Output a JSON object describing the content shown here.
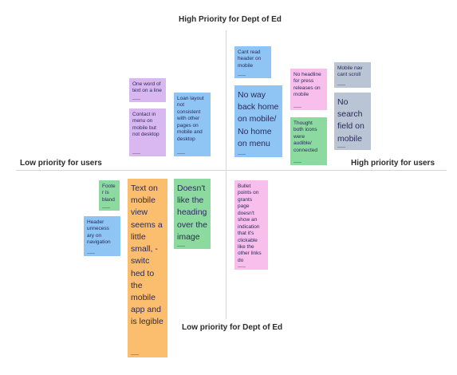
{
  "axes": {
    "top": "High Priority for Dept of Ed",
    "bottom": "Low priority for Dept of Ed",
    "left": "Low priority for users",
    "right": "High priority for users"
  },
  "notes": [
    {
      "id": "one-word",
      "text": "One word of text on a line",
      "color": "purple"
    },
    {
      "id": "contact-menu",
      "text": "Contact in menu on mobile but not desktop",
      "color": "purple"
    },
    {
      "id": "loan-layout",
      "text": "Loan layout not consistent with other pages on mobile and desktop",
      "color": "blue"
    },
    {
      "id": "cant-read-header",
      "text": "Cant read header on mobile",
      "color": "blue"
    },
    {
      "id": "no-way-back-home",
      "text": "No way back home on mobile/ No home on menu",
      "color": "blue"
    },
    {
      "id": "no-headline",
      "text": "No headline for press releases on mobile",
      "color": "pink"
    },
    {
      "id": "thought-icons",
      "text": "Thought both icons were audible/ connected",
      "color": "green"
    },
    {
      "id": "mobile-nav-scroll",
      "text": "Mobile nav cant scroll",
      "color": "grey"
    },
    {
      "id": "no-search-field",
      "text": "No search field on mobile",
      "color": "grey"
    },
    {
      "id": "footer-bland",
      "text": "Footer is bland",
      "color": "green"
    },
    {
      "id": "header-unnecessary",
      "text": "Header unnecess ary on navigation",
      "color": "blue"
    },
    {
      "id": "text-too-small",
      "text": "Text on mobile view seems a little small, - switc hed to the mobile app and is legible",
      "color": "orange"
    },
    {
      "id": "doesnt-like-heading",
      "text": "Doesn't like the heading over the image",
      "color": "green"
    },
    {
      "id": "bullet-points",
      "text": "Bullet points on grants page doesn't show an indication that it's clickable like the other links do",
      "color": "pink"
    }
  ]
}
